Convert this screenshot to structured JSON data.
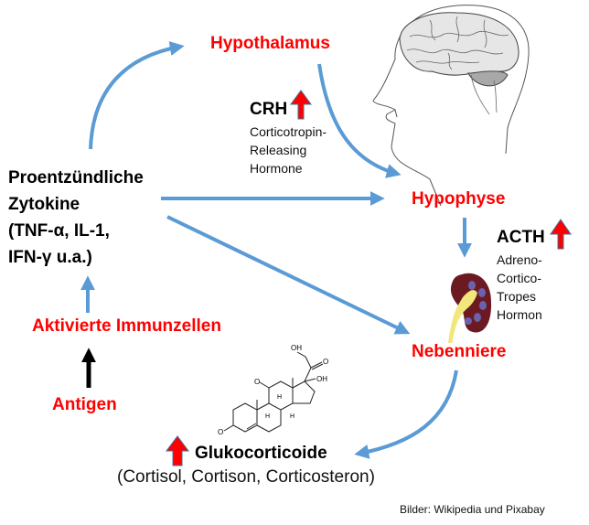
{
  "nodes": {
    "hypothalamus": "Hypothalamus",
    "hypophyse": "Hypophyse",
    "nebenniere": "Nebenniere",
    "aktivierte_immunzellen": "Aktivierte Immunzellen",
    "antigen": "Antigen"
  },
  "cytokines": {
    "lines": [
      "Proentzündliche",
      "Zytokine",
      "(TNF-α, IL-1,",
      "IFN-γ u.a.)"
    ]
  },
  "crh": {
    "abbr": "CRH",
    "lines": [
      "Corticotropin-",
      "Releasing",
      "Hormone"
    ],
    "trend": "up"
  },
  "acth": {
    "abbr": "ACTH",
    "lines": [
      "Adreno-",
      "Cortico-",
      "Tropes",
      "Hormon"
    ],
    "trend": "up"
  },
  "glukocorticoide": {
    "title": "Glukocorticoide",
    "examples": "(Cortisol, Cortison, Corticosteron)",
    "trend": "up"
  },
  "molecule_labels": {
    "oh_top": "OH",
    "oh_right": "OH",
    "o_left": "O",
    "o_mid": "O",
    "o_right": "O",
    "h1": "H",
    "h2": "H",
    "h3": "H"
  },
  "credit": "Bilder: Wikipedia und Pixabay",
  "colors": {
    "arrow_blue": "#5b9bd5",
    "label_red": "#ff0000",
    "up_arrow_red": "#ff0000",
    "up_arrow_border": "#41719c",
    "kidney_dark": "#6b1a22",
    "kidney_yellow": "#f2e77a",
    "kidney_purple": "#6a6fc8"
  }
}
